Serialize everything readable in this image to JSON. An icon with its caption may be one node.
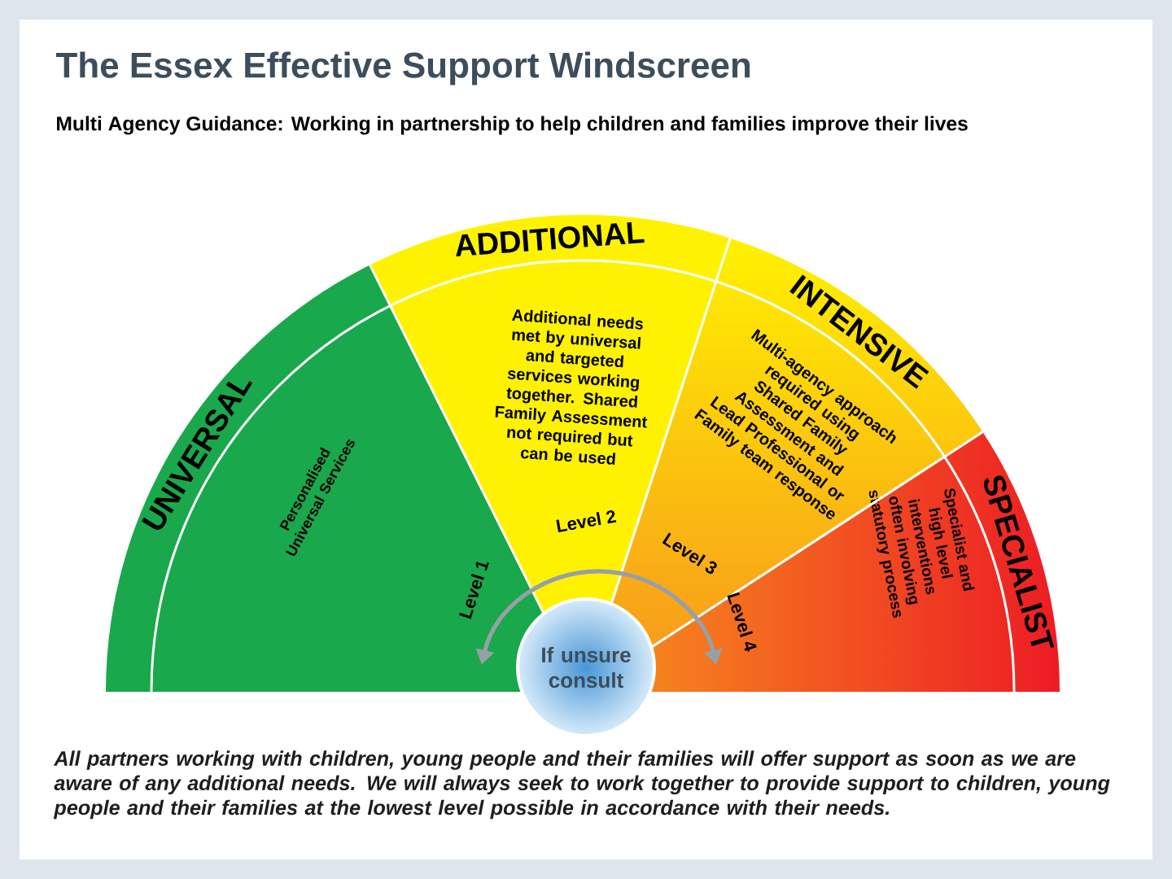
{
  "diagram": {
    "title": "The Essex Effective Support Windscreen",
    "caption": "All partners working with children, young people and their families will offer support as soon as we are aware of any additional needs. We will always seek to work together to provide support to children, young people and their families at the lowest level possible in accordance with their needs.",
    "nodes": [
      {
        "text": [
          "UNIVERSAL",
          "Personalised Universal Services"
        ]
      },
      {
        "text": [
          "ADDITIONAL",
          "Additional needs met by universal and targeted services working together. Shared Family Assessment not required but can be used"
        ]
      },
      {
        "text": [
          "INTENSIVE",
          "Multi-agency approach required using Shared Family Assessment and Lead Professional or Family team response"
        ]
      },
      {
        "text": [
          "SPECIALIST",
          "Specialist and high level interventions often involving statutory process"
        ]
      },
      {
        "text": [
          "If unsure consult"
        ]
      }
    ],
    "labels": [
      "Multi Agency Guidance: Working in partnership to help children and families improve their lives",
      "Level 1",
      "Level 2",
      "Level 3",
      "Level 4"
    ]
  }
}
